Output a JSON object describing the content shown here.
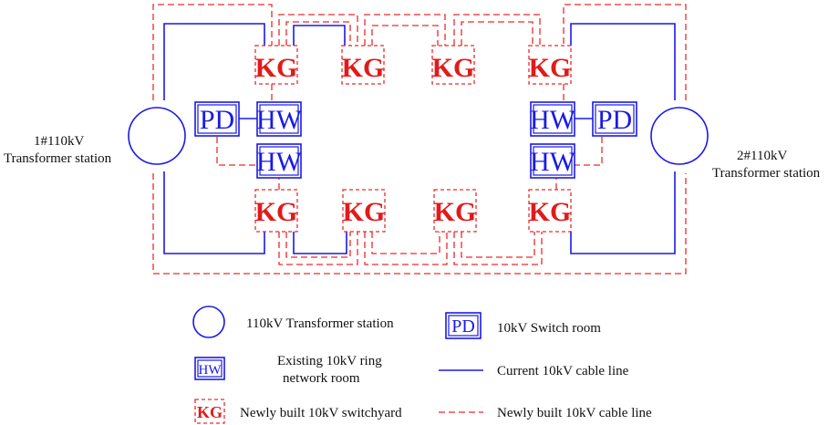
{
  "stations": {
    "left": {
      "line1": "1#110kV",
      "line2": "Transformer station"
    },
    "right": {
      "line1": "2#110kV",
      "line2": "Transformer station"
    }
  },
  "node_labels": {
    "kg": "KG",
    "hw": "HW",
    "pd": "PD"
  },
  "legend": {
    "transformer": "110kV Transformer  station",
    "pd": "10kV Switch room",
    "hw_line1": "Existing 10kV ring",
    "hw_line2": "network room",
    "current_line": "Current 10kV cable line",
    "kg": "Newly built 10kV switchyard",
    "new_line": "Newly built 10kV cable line"
  },
  "colors": {
    "existing": "#1a1ae6",
    "new": "#ee2a2a"
  }
}
